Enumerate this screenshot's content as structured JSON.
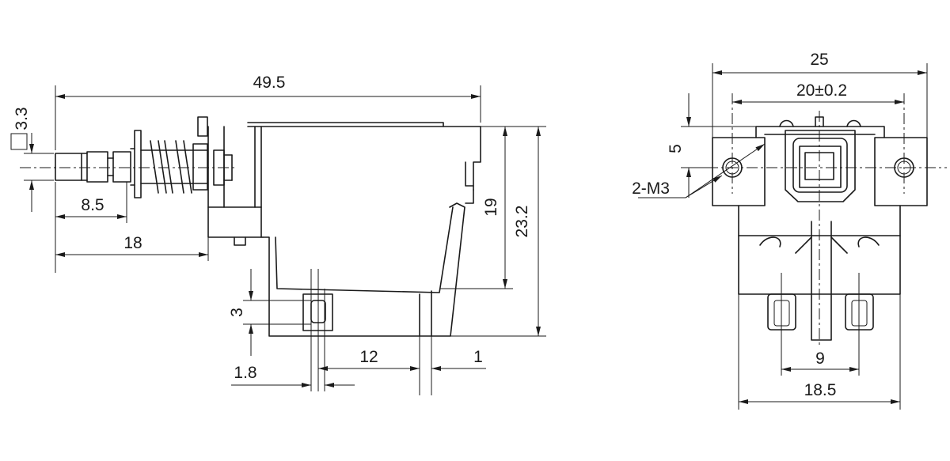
{
  "side_view": {
    "dim_overall_length": "49.5",
    "dim_shaft_square": "3.3",
    "dim_shaft_length": "8.5",
    "dim_button_length": "18",
    "dim_body_height": "19",
    "dim_total_height": "23.2",
    "dim_terminal_height": "3",
    "dim_terminal_width": "1.8",
    "dim_terminal_pitch": "12",
    "dim_terminal_thickness": "1"
  },
  "front_view": {
    "dim_overall_width": "25",
    "dim_hole_pitch": "20±0.2",
    "dim_hole_offset": "5",
    "dim_thread_callout": "2-M3",
    "dim_terminal_spacing": "9",
    "dim_body_width": "18.5"
  }
}
